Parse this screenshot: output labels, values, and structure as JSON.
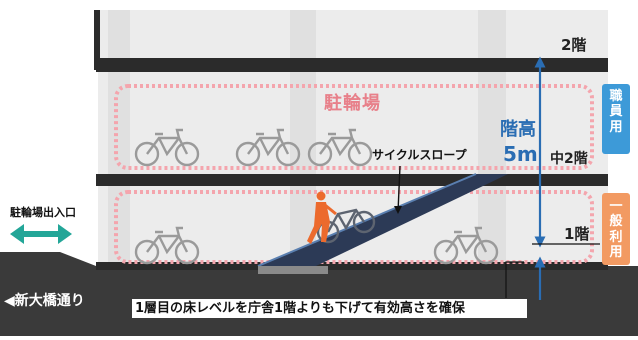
{
  "floors": {
    "second": "2階",
    "mezzanine": "中2階",
    "first": "1階"
  },
  "parking_label": "駐輪場",
  "floor_height": {
    "label": "階高",
    "value": "5m"
  },
  "slope_label": "サイクルスロープ",
  "entrance_label": "駐輪場出入口",
  "street_label": "◀新大橋通り",
  "caption": "1層目の床レベルを庁舎1階よりも下げて有効高さを確保",
  "tags": {
    "staff": [
      "職",
      "員",
      "用"
    ],
    "general": [
      "一",
      "般",
      "利",
      "用"
    ]
  },
  "colors": {
    "staff_tag": "#3d9ad8",
    "general_tag": "#f29a62",
    "parking_dots": "#f4a5ad",
    "arrow_blue": "#2a6db3",
    "entrance_arrow": "#23a698",
    "slope": "#2c3a56",
    "cyclist": "#ec6a2d",
    "slab": "#2b2b2b",
    "ground": "#3a3a3a"
  }
}
